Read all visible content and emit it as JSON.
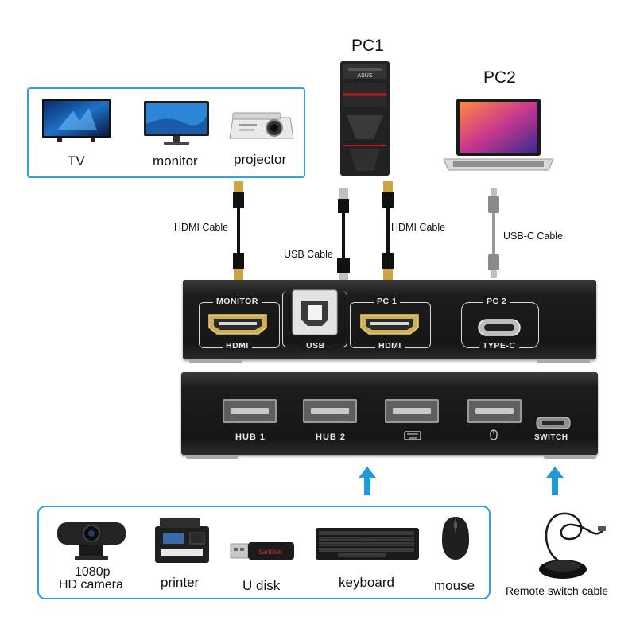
{
  "display_devices": {
    "tv": "TV",
    "monitor": "monitor",
    "projector": "projector"
  },
  "computers": {
    "pc1": "PC1",
    "pc2": "PC2"
  },
  "cables": {
    "hdmi_left": "HDMI Cable",
    "usb": "USB Cable",
    "hdmi_right": "HDMI Cable",
    "usbc": "USB-C Cable"
  },
  "switch_rear": {
    "monitor_top": "MONITOR",
    "monitor_bottom": "HDMI",
    "usb": "USB",
    "pc1_top": "PC 1",
    "pc1_bottom": "HDMI",
    "pc2_top": "PC 2",
    "pc2_bottom": "TYPE-C"
  },
  "switch_front": {
    "hub1": "HUB 1",
    "hub2": "HUB 2",
    "switch": "SWITCH"
  },
  "peripherals": {
    "camera_line1": "1080p",
    "camera_line2": "HD camera",
    "printer": "printer",
    "udisk": "U disk",
    "keyboard": "keyboard",
    "mouse": "mouse",
    "remote": "Remote switch cable"
  },
  "colors": {
    "accent_blue": "#2aa3e0",
    "box_black": "#1a1a1a"
  }
}
